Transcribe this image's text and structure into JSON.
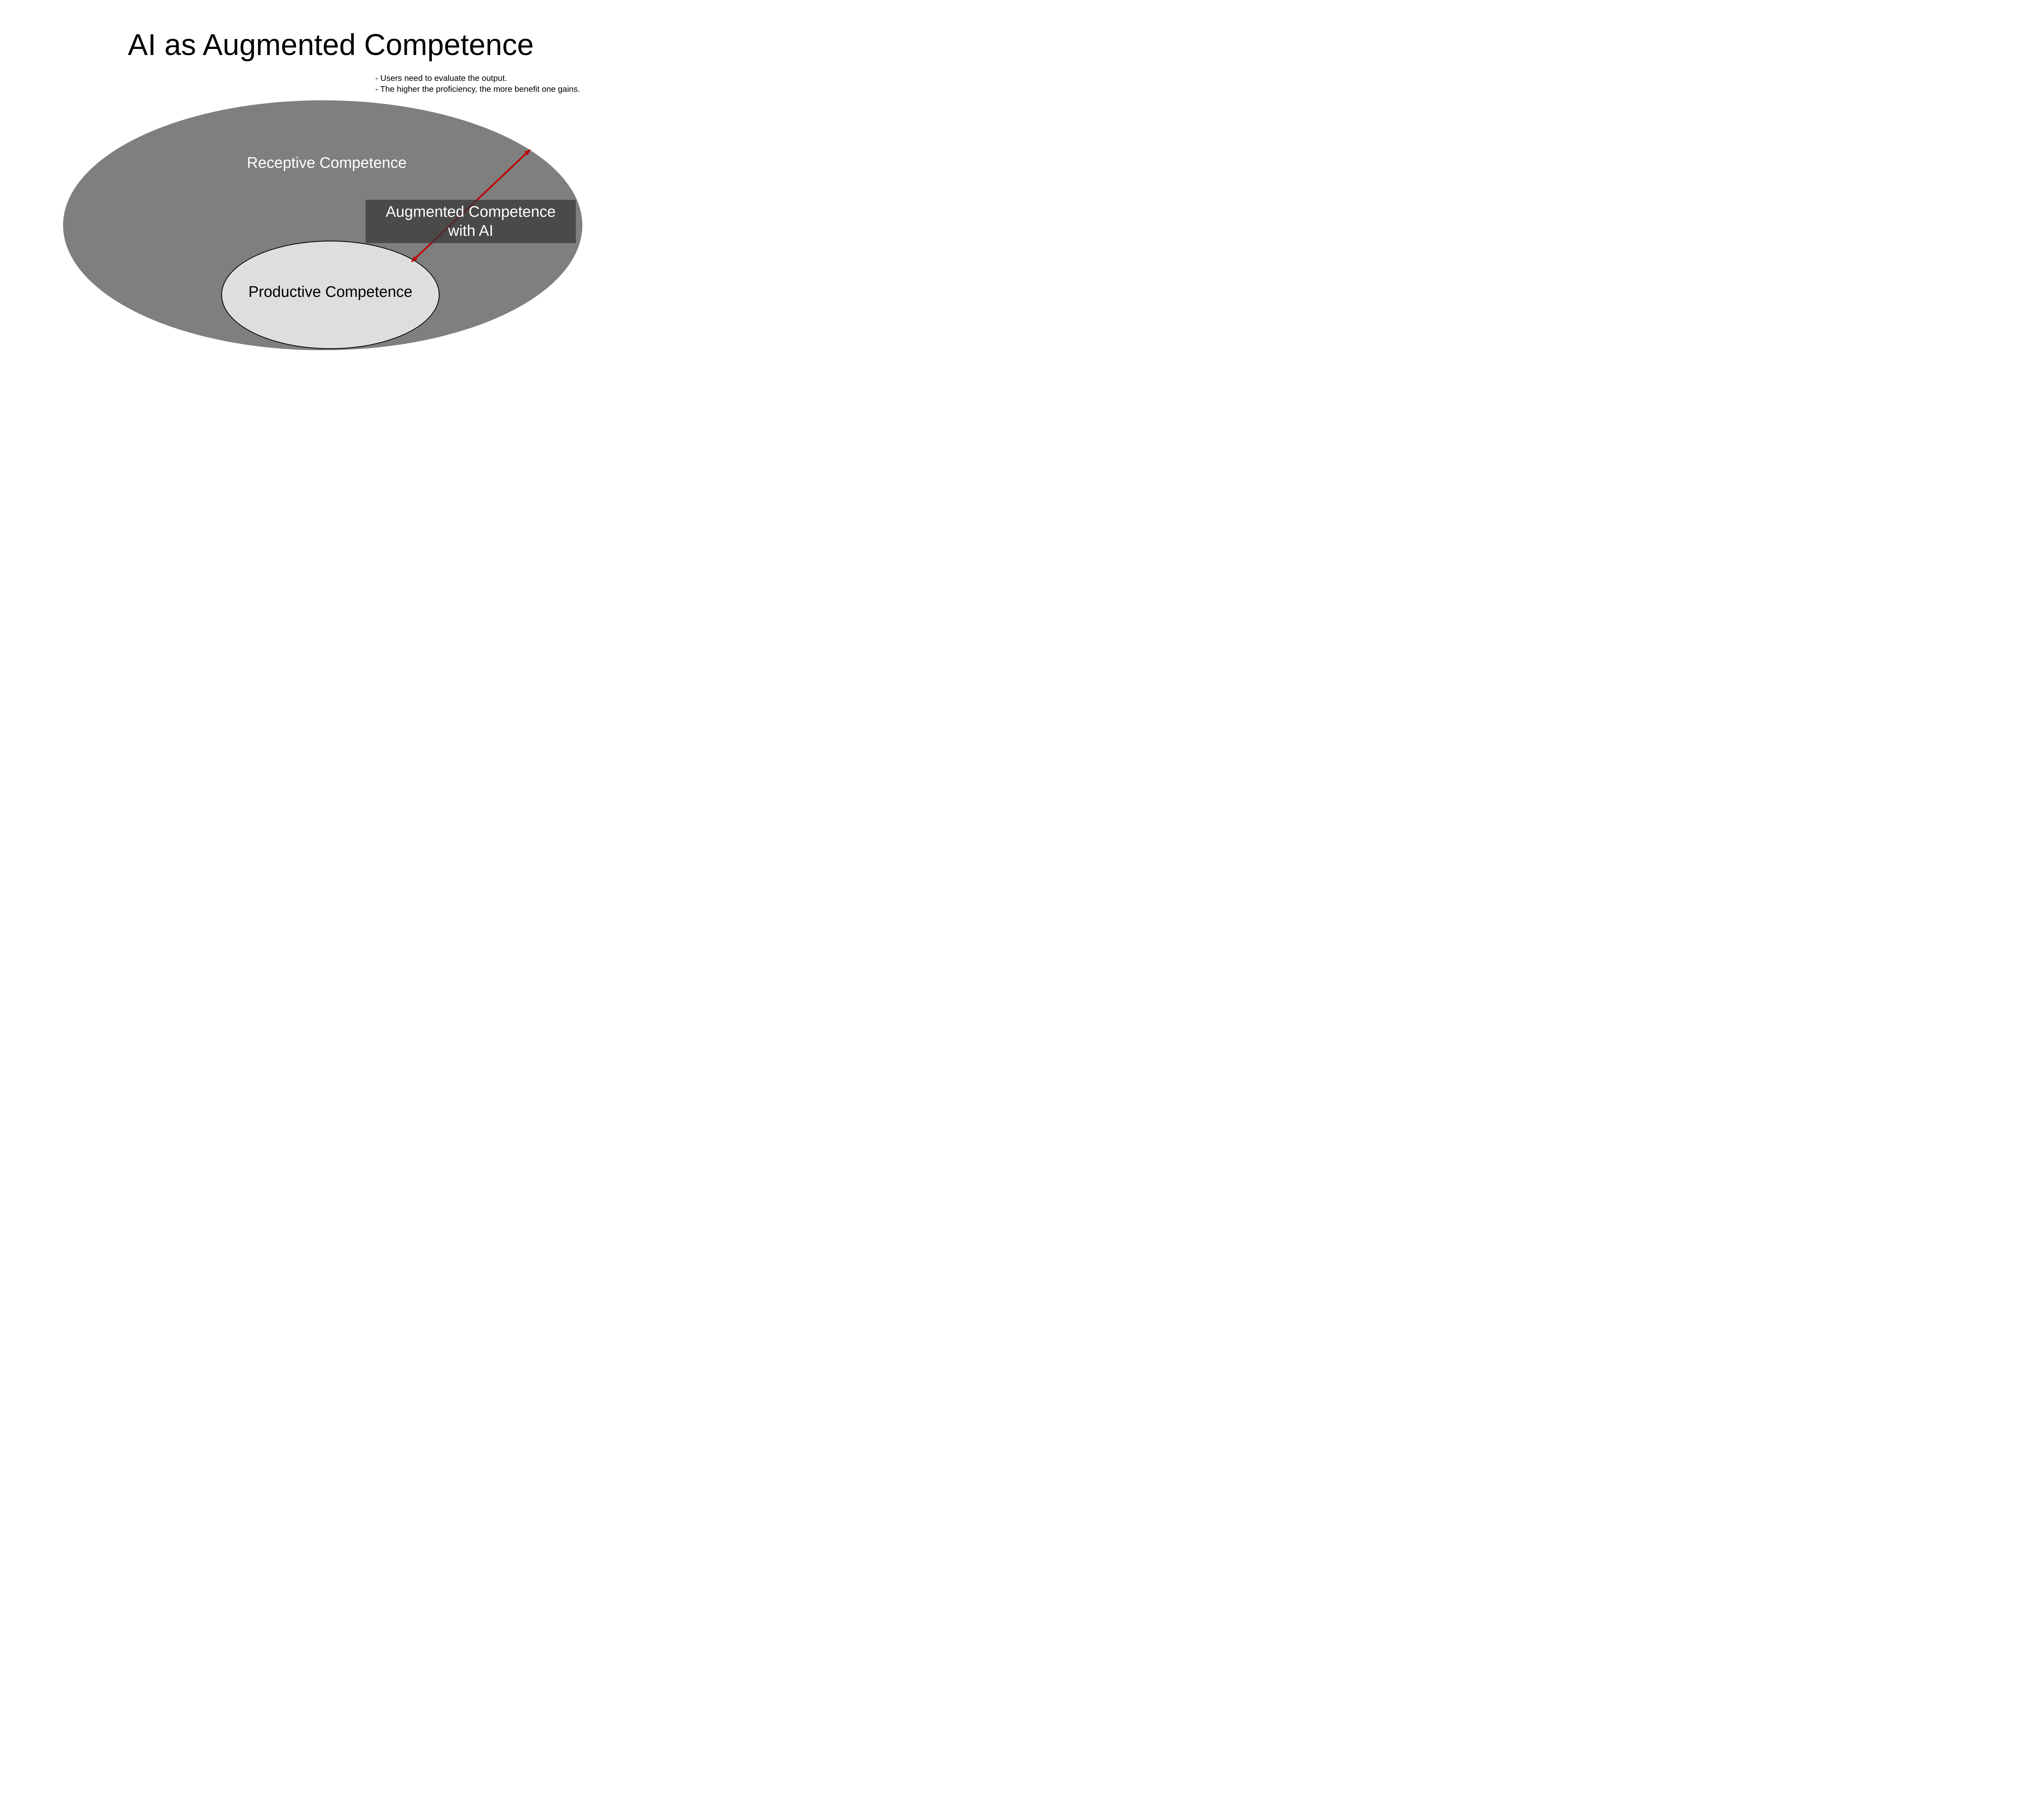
{
  "slide": {
    "title": "AI as Augmented Competence",
    "notes": {
      "line1": "- Users need to evaluate the output.",
      "line2": "- The higher the proficiency, the more benefit one gains."
    },
    "outer_ellipse": {
      "label": "Receptive Competence"
    },
    "inner_ellipse": {
      "label": "Productive Competence"
    },
    "overlay_box": {
      "label_line1": "Augmented Competence",
      "label_line2": "with AI"
    },
    "arrow": {
      "type": "double-headed",
      "from": "Productive Competence ellipse edge",
      "to": "Receptive Competence ellipse edge"
    }
  },
  "colors": {
    "background": "#FFFFFF",
    "title_text": "#000000",
    "outer_ellipse": "#7F7F7F",
    "inner_ellipse": "#DEDEDE",
    "inner_ellipse_border": "#000000",
    "overlay_box_rgba": "rgba(51,51,51,0.70)",
    "arrow": "#C00000",
    "label_text_light": "#FFFFFF",
    "label_text_dark": "#000000"
  }
}
